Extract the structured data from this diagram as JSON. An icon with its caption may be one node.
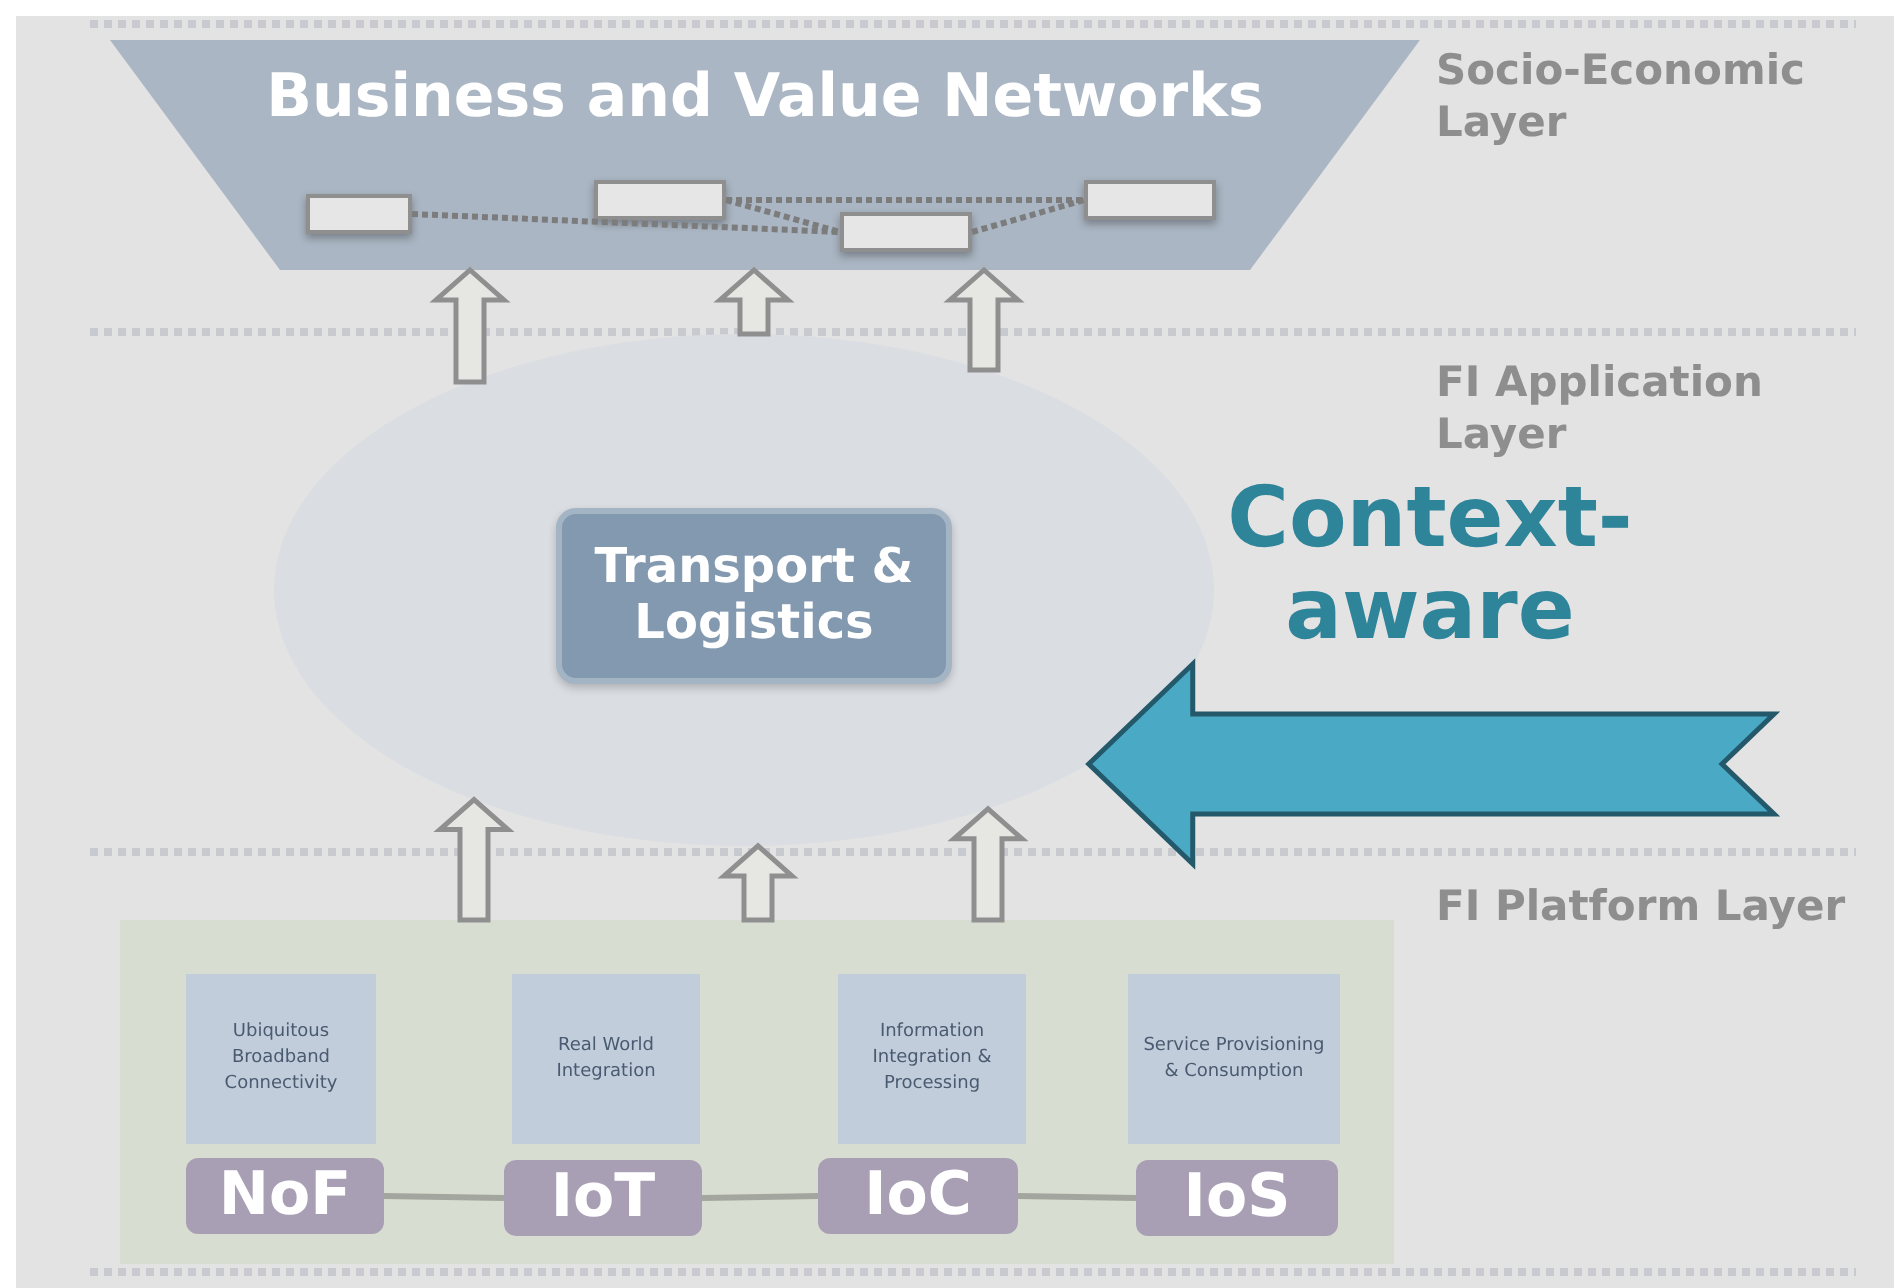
{
  "diagram": {
    "nodes": [
      {
        "text": [
          "Business and Value Networks"
        ]
      },
      {
        "text": [],
        "shape": "box",
        "in": 0
      },
      {
        "text": [],
        "shape": "box",
        "in": 0
      },
      {
        "text": [],
        "shape": "box",
        "in": 0
      },
      {
        "text": [],
        "shape": "box",
        "in": 0
      },
      {
        "text": [],
        "shape": "ellipse"
      },
      {
        "text": [
          "Transport & Logistics"
        ],
        "in": 5
      },
      {
        "text": [],
        "shape": "box"
      },
      {
        "text": [
          "Ubiquitous Broadband Connectivity"
        ],
        "in": 7
      },
      {
        "text": [
          "Real World Integration"
        ],
        "in": 7
      },
      {
        "text": [
          "Information Integration & Processing"
        ],
        "in": 7
      },
      {
        "text": [
          "Service Provisioning & Consumption"
        ],
        "in": 7
      },
      {
        "text": [
          "NoF"
        ],
        "in": 7
      },
      {
        "text": [
          "IoT"
        ],
        "in": 7
      },
      {
        "text": [
          "IoC"
        ],
        "in": 7
      },
      {
        "text": [
          "IoS"
        ],
        "in": 7
      }
    ],
    "edges": [
      {
        "from": 1,
        "to": 3,
        "arrow": "none",
        "style": "dashed"
      },
      {
        "from": 2,
        "to": 4,
        "arrow": "none",
        "style": "dashed"
      },
      {
        "from": 2,
        "to": 3,
        "arrow": "none",
        "style": "dashed"
      },
      {
        "from": 3,
        "to": 4,
        "arrow": "none",
        "style": "dashed"
      },
      {
        "from": 5,
        "to": 0,
        "arrow": "to"
      },
      {
        "from": 5,
        "to": 0,
        "arrow": "to"
      },
      {
        "from": 5,
        "to": 0,
        "arrow": "to"
      },
      {
        "from": 7,
        "to": 5,
        "arrow": "to"
      },
      {
        "from": 7,
        "to": 5,
        "arrow": "to"
      },
      {
        "from": 7,
        "to": 5,
        "arrow": "to"
      },
      {
        "from": null,
        "to": 5,
        "arrow": "to",
        "label": "Context-aware",
        "style": "thick",
        "color": "#4aaac6"
      },
      {
        "from": 12,
        "to": 13,
        "arrow": "none"
      },
      {
        "from": 13,
        "to": 14,
        "arrow": "none"
      },
      {
        "from": 14,
        "to": 15,
        "arrow": "none"
      }
    ],
    "labels": [
      "Socio-Economic Layer",
      "FI Application Layer",
      "FI Platform Layer"
    ]
  }
}
